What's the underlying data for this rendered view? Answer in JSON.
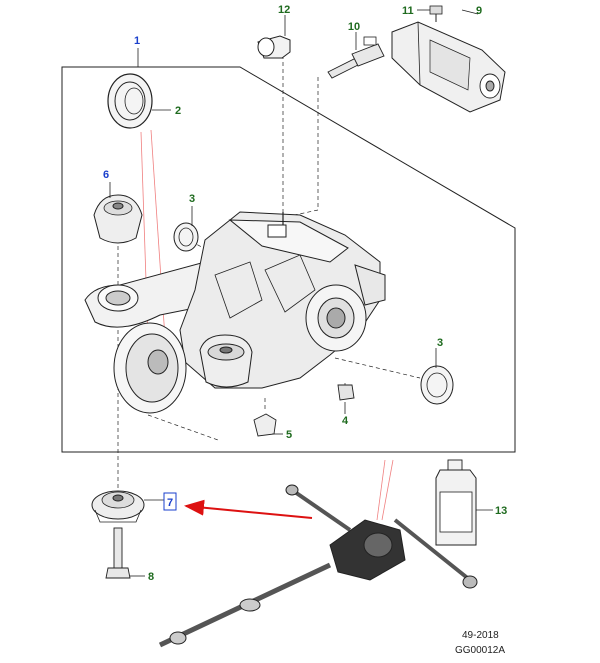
{
  "callouts": {
    "c1": "1",
    "c2": "2",
    "c3a": "3",
    "c3b": "3",
    "c4": "4",
    "c5": "5",
    "c6": "6",
    "c7": "7",
    "c8": "8",
    "c9": "9",
    "c10": "10",
    "c11": "11",
    "c12": "12",
    "c13": "13"
  },
  "footer": {
    "code1": "49-2018",
    "code2": "GG00012A"
  },
  "colors": {
    "callout_blue": "#1a3fcc",
    "callout_green": "#1f6b1f",
    "arrow_red": "#dd1111",
    "leader_pink": "#f08080",
    "line": "#222222",
    "highlight_box": "#1a3fcc"
  }
}
